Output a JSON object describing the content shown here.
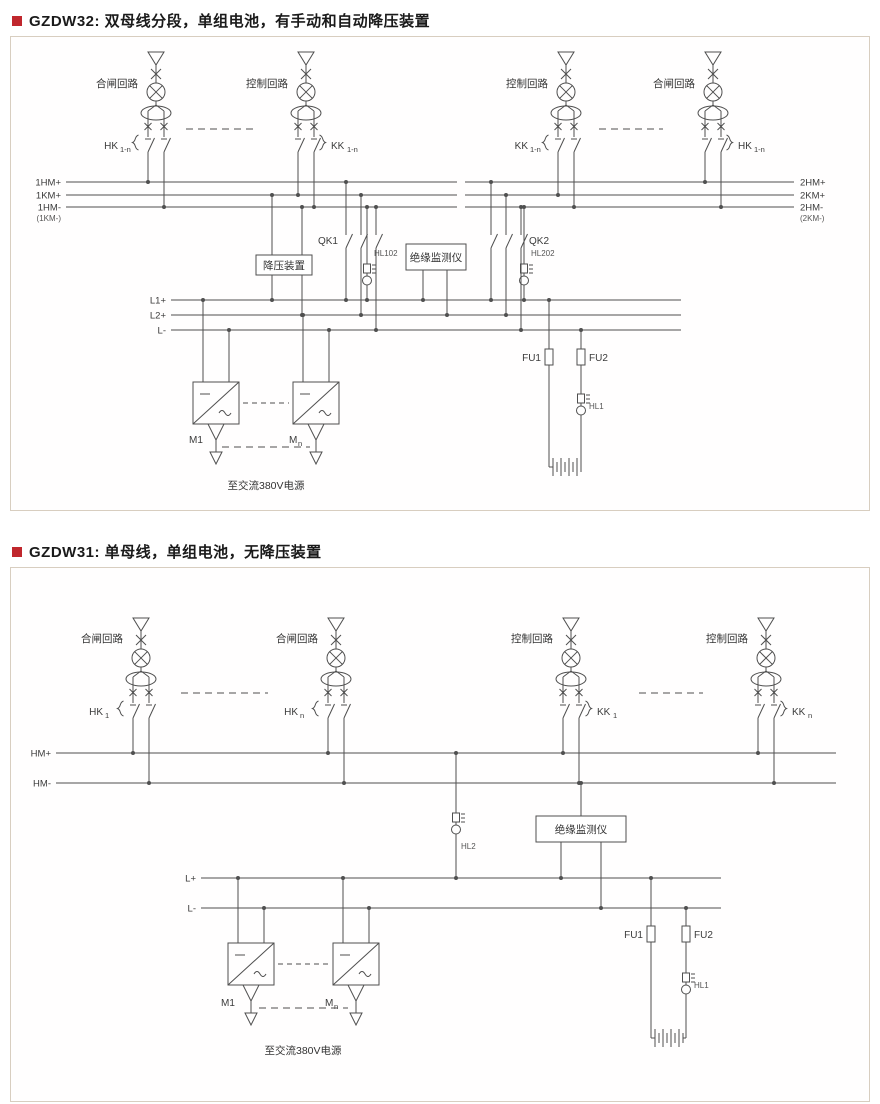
{
  "colors": {
    "accent_red": "#c0272d",
    "line": "#4f4f4f",
    "box_border": "#d8cec0"
  },
  "diagram1": {
    "title": "GZDW32: 双母线分段，单组电池，有手动和自动降压装置",
    "branches": [
      {
        "circuit": "合闸回路",
        "switch": "HK",
        "sub": "1-n"
      },
      {
        "circuit": "控制回路",
        "switch": "KK",
        "sub": "1-n"
      },
      {
        "circuit": "控制回路",
        "switch": "KK",
        "sub": "1-n"
      },
      {
        "circuit": "合闸回路",
        "switch": "HK",
        "sub": "1-n"
      }
    ],
    "bus_left": {
      "l1": "1HM+",
      "l2": "1KM+",
      "l3": "1HM-",
      "sub": "(1KM-)"
    },
    "bus_right": {
      "l1": "2HM+",
      "l2": "2KM+",
      "l3": "2HM-",
      "sub": "(2KM-)"
    },
    "qk1": "QK1",
    "qk2": "QK2",
    "dropper": "降压装置",
    "monitor": "绝缘监测仪",
    "hl102": "HL102",
    "hl202": "HL202",
    "lbus": {
      "l1": "L1+",
      "l2": "L2+",
      "l3": "L-"
    },
    "m1": "M1",
    "mn": "M",
    "mn_sub": "n",
    "fu1": "FU1",
    "fu2": "FU2",
    "hl1": "HL1",
    "ac_source": "至交流380V电源"
  },
  "diagram2": {
    "title": "GZDW31: 单母线，单组电池，无降压装置",
    "branches": [
      {
        "circuit": "合闸回路",
        "switch": "HK",
        "sub": "1"
      },
      {
        "circuit": "合闸回路",
        "switch": "HK",
        "sub": "n"
      },
      {
        "circuit": "控制回路",
        "switch": "KK",
        "sub": "1"
      },
      {
        "circuit": "控制回路",
        "switch": "KK",
        "sub": "n"
      }
    ],
    "bus": {
      "l1": "HM+",
      "l2": "HM-"
    },
    "hl2": "HL2",
    "monitor": "绝缘监测仪",
    "lbus": {
      "l1": "L+",
      "l2": "L-"
    },
    "m1": "M1",
    "mn": "M",
    "mn_sub": "n",
    "fu1": "FU1",
    "fu2": "FU2",
    "hl1": "HL1",
    "ac_source": "至交流380V电源"
  }
}
